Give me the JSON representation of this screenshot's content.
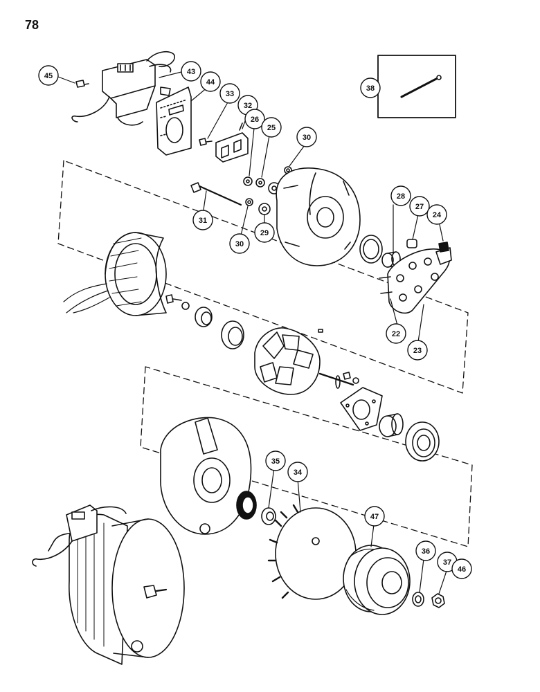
{
  "page": {
    "number": "78"
  },
  "callouts": [
    {
      "id": "c45",
      "label": "45"
    },
    {
      "id": "c43",
      "label": "43"
    },
    {
      "id": "c44",
      "label": "44"
    },
    {
      "id": "c33",
      "label": "33"
    },
    {
      "id": "c32",
      "label": "32"
    },
    {
      "id": "c26",
      "label": "26"
    },
    {
      "id": "c25",
      "label": "25"
    },
    {
      "id": "c30a",
      "label": "30"
    },
    {
      "id": "c31",
      "label": "31"
    },
    {
      "id": "c30b",
      "label": "30"
    },
    {
      "id": "c29",
      "label": "29"
    },
    {
      "id": "c38",
      "label": "38"
    },
    {
      "id": "c28",
      "label": "28"
    },
    {
      "id": "c27",
      "label": "27"
    },
    {
      "id": "c24",
      "label": "24"
    },
    {
      "id": "c22",
      "label": "22"
    },
    {
      "id": "c23",
      "label": "23"
    },
    {
      "id": "c35",
      "label": "35"
    },
    {
      "id": "c34",
      "label": "34"
    },
    {
      "id": "c47",
      "label": "47"
    },
    {
      "id": "c36",
      "label": "36"
    },
    {
      "id": "c37",
      "label": "37"
    },
    {
      "id": "c46",
      "label": "46"
    }
  ]
}
